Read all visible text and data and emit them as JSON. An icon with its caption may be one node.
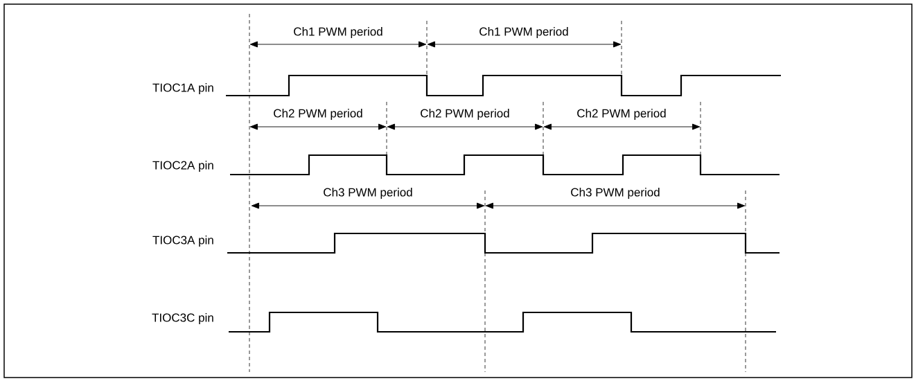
{
  "diagram": {
    "labels": [
      "Ch1 PWM period",
      "Ch1 PWM period",
      "TIOC1A pin",
      "Ch2 PWM period",
      "Ch2 PWM period",
      "Ch2 PWM period",
      "TIOC2A pin",
      "Ch3 PWM period",
      "Ch3 PWM period",
      "TIOC3A pin",
      "TIOC3C pin"
    ]
  }
}
